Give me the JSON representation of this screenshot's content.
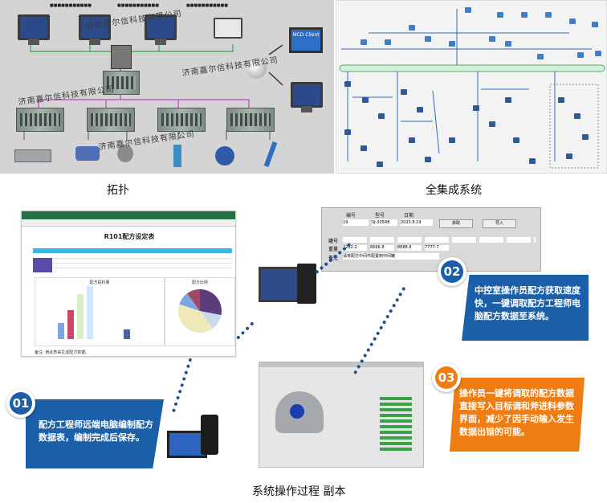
{
  "topology": {
    "caption": "拓扑",
    "watermarks": [
      "济南嘉尔信科技有限公司",
      "济南嘉尔信科技有限公司",
      "济南嘉尔信科技有限公司",
      "济南嘉尔信科技有限公司"
    ],
    "monitor_label": "MCD Client"
  },
  "integrated": {
    "caption": "全集成系统"
  },
  "process": {
    "caption": "系统操作过程 副本",
    "sheet_title": "R101配方设定表",
    "chart1_title": "配方投料量",
    "chart2_title": "配方比例",
    "remark_label": "备注:",
    "remark_text": "用此表来生成配方数据。",
    "recipe_panel": {
      "headers": [
        "编号",
        "型号",
        "日期"
      ],
      "values": [
        "19",
        "SJ-305R8",
        "2020.8.19"
      ],
      "buttons": [
        "获取",
        "导入"
      ],
      "row_labels": [
        "罐号",
        "重量",
        "备注"
      ],
      "weights": [
        "2222.2",
        "6666.8",
        "8888.8",
        "7777.7"
      ],
      "note": "请将配方中间件配置到中间罐"
    },
    "cards": [
      {
        "number": "01",
        "text": "配方工程师远端电脑编制配方数据表，编制完成后保存。"
      },
      {
        "number": "02",
        "text": "中控室操作员配方获取速度快，一键调取配方工程师电脑配方数据至系统。"
      },
      {
        "number": "03",
        "text": "操作员一键将调取的配方数据直接写入目标调和斧进料参数界面，减少了因手动输入发生数据出错的可能。"
      }
    ],
    "colors": {
      "blue": "#1b5fa8",
      "orange": "#ef7d11",
      "dots": "#1b4f95"
    }
  }
}
